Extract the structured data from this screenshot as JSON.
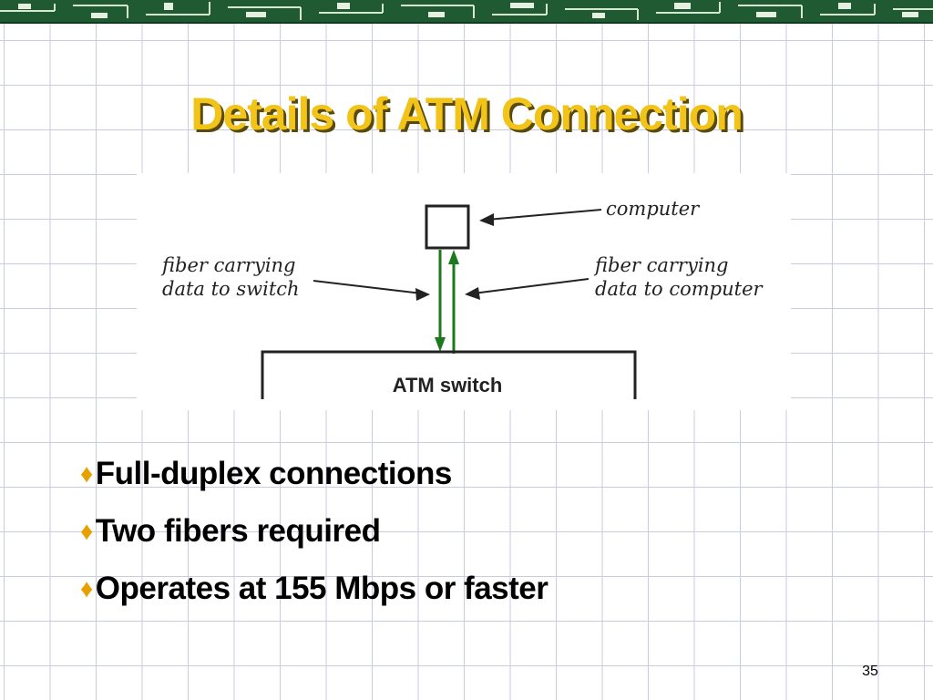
{
  "slide": {
    "title": "Details of ATM Connection",
    "page_number": "35"
  },
  "diagram": {
    "computer_label": "computer",
    "fiber_to_switch_label": [
      "fiber carrying",
      "data to switch"
    ],
    "fiber_to_computer_label": [
      "fiber carrying",
      "data to computer"
    ],
    "switch_label": "ATM switch",
    "fiber_color": "#1c7a1c"
  },
  "bullets": [
    {
      "text": "Full-duplex connections"
    },
    {
      "text": "Two fibers required"
    },
    {
      "text": "Operates at 155 Mbps or faster"
    }
  ],
  "theme": {
    "title_color": "#f2c419",
    "bullet_color": "#e8a000",
    "header_color": "#1f5a33"
  }
}
